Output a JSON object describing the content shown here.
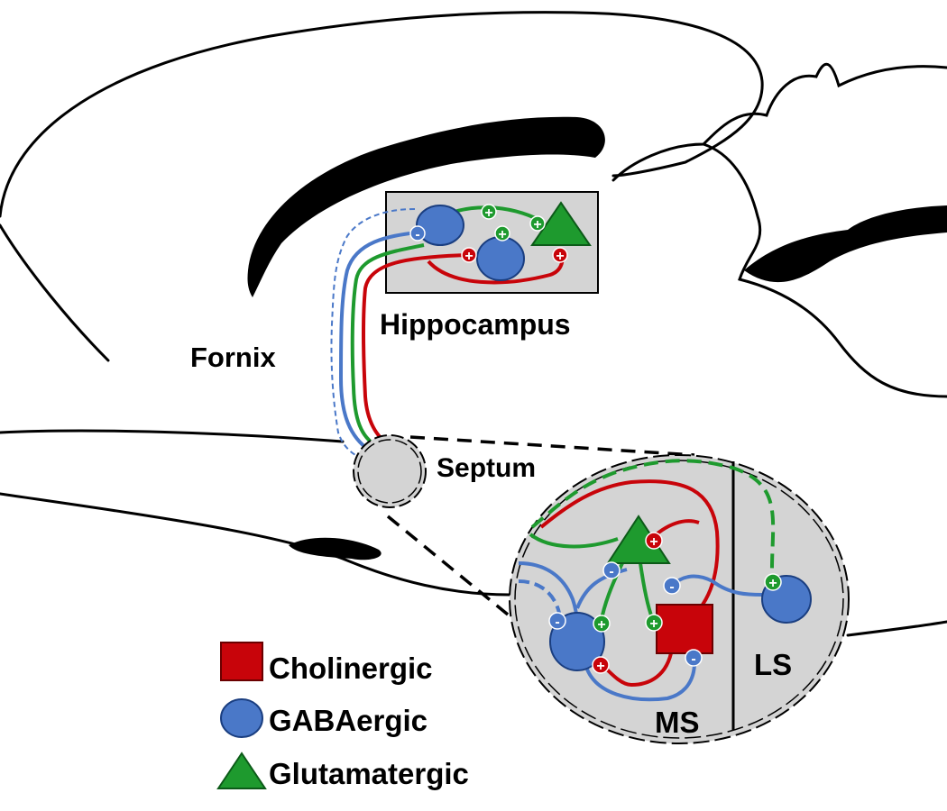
{
  "labels": {
    "hippocampus": "Hippocampus",
    "fornix": "Fornix",
    "septum": "Septum",
    "ms": "MS",
    "ls": "LS"
  },
  "legend": {
    "cholinergic": "Cholinergic",
    "gabaergic": "GABAergic",
    "glutamatergic": "Glutamatergic"
  },
  "synapse_signs": {
    "excitatory": "+",
    "inhibitory": "-"
  },
  "colors": {
    "cholinergic": "#c8040a",
    "gabaergic": "#4a78c8",
    "glutamatergic": "#1e9a2e",
    "region_fill": "#d4d4d4",
    "brain_fill": "#000000"
  }
}
